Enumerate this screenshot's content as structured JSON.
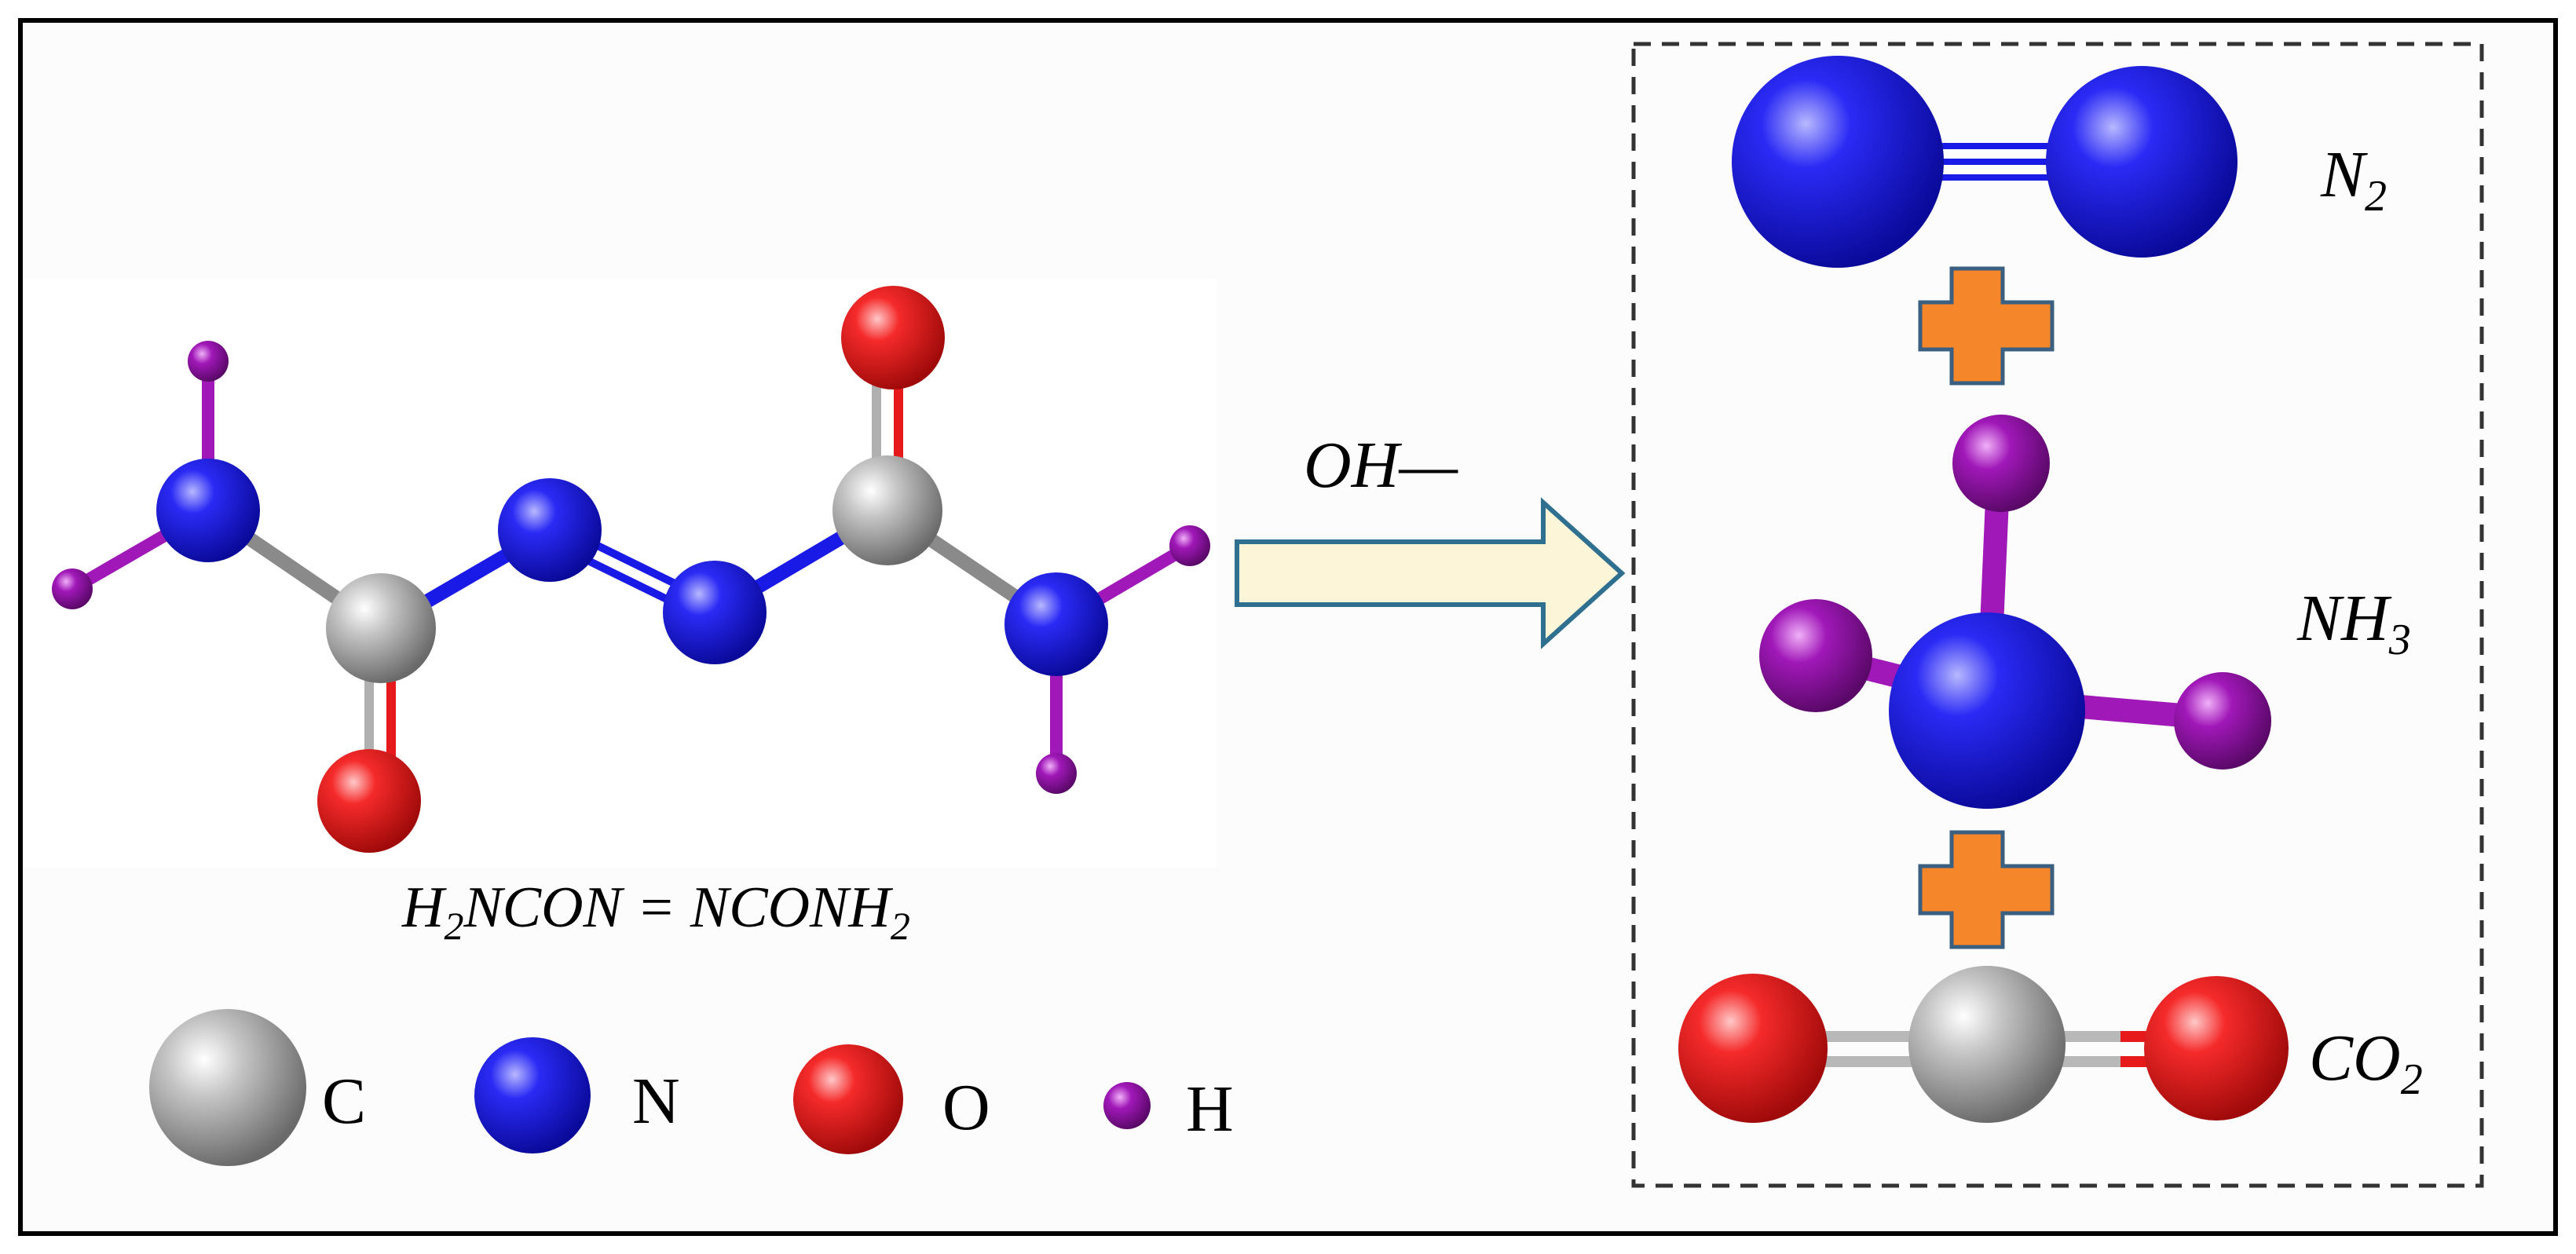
{
  "reactant": {
    "formula_parts": [
      "H",
      "2",
      "NCON = NCONH",
      "2"
    ]
  },
  "reagent": {
    "label": "OH—"
  },
  "products": [
    {
      "id": "n2",
      "formula_parts": [
        "N",
        "2"
      ]
    },
    {
      "id": "nh3",
      "formula_parts": [
        "NH",
        "3"
      ]
    },
    {
      "id": "co2",
      "formula_parts": [
        "CO",
        "2"
      ]
    }
  ],
  "legend": [
    {
      "element": "C",
      "label": "C"
    },
    {
      "element": "N",
      "label": "N"
    },
    {
      "element": "O",
      "label": "O"
    },
    {
      "element": "H",
      "label": "H"
    }
  ],
  "colors": {
    "carbon": "#9a9a9a",
    "nitrogen": "#1a1ae6",
    "oxygen": "#e61a1a",
    "hydrogen": "#9a12b0",
    "arrow_fill": "#fdf5d8",
    "arrow_stroke": "#2f6f8f",
    "plus_fill": "#f5862a",
    "plus_stroke": "#3a5f80",
    "panel_bg": "#fbfcfb",
    "frame": "#000000",
    "dashed_box": "#333333"
  }
}
